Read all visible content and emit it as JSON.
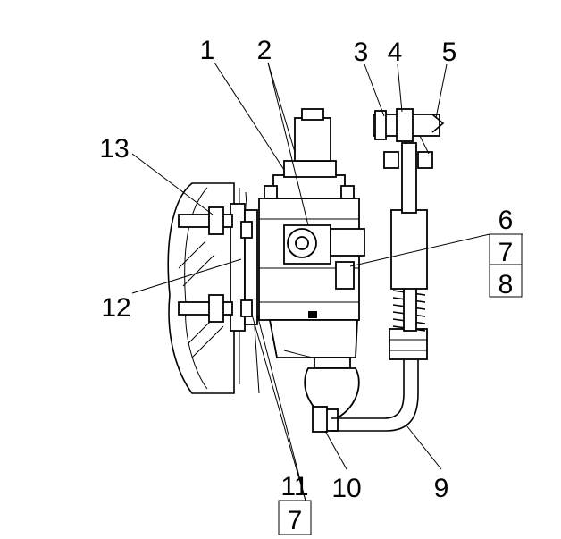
{
  "drawing": {
    "callouts": [
      {
        "id": "c1",
        "label": "1"
      },
      {
        "id": "c2",
        "label": "2"
      },
      {
        "id": "c3",
        "label": "3"
      },
      {
        "id": "c4",
        "label": "4"
      },
      {
        "id": "c5",
        "label": "5"
      },
      {
        "id": "c6",
        "label": "6"
      },
      {
        "id": "c7a",
        "label": "7"
      },
      {
        "id": "c8",
        "label": "8"
      },
      {
        "id": "c9",
        "label": "9"
      },
      {
        "id": "c10",
        "label": "10"
      },
      {
        "id": "c11",
        "label": "11"
      },
      {
        "id": "c7b",
        "label": "7"
      },
      {
        "id": "c12",
        "label": "12"
      },
      {
        "id": "c13",
        "label": "13"
      }
    ]
  }
}
